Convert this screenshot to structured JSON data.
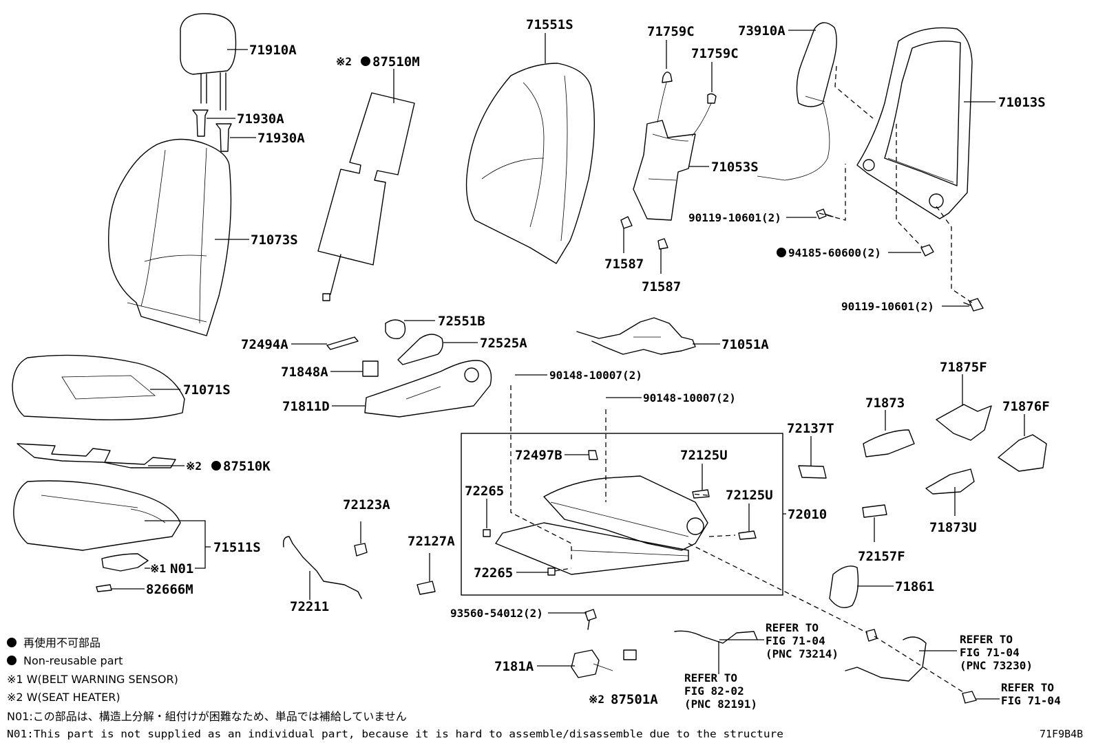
{
  "parts": {
    "p71910A": "71910A",
    "p71930A_1": "71930A",
    "p71930A_2": "71930A",
    "p71073S": "71073S",
    "p87510M": "87510M",
    "p71551S": "71551S",
    "p71759C_1": "71759C",
    "p71759C_2": "71759C",
    "p71053S": "71053S",
    "p71587_1": "71587",
    "p71587_2": "71587",
    "p73910A": "73910A",
    "p71013S": "71013S",
    "p90119_1": "90119-10601(2)",
    "p94185": "94185-60600(2)",
    "p90119_2": "90119-10601(2)",
    "p72551B": "72551B",
    "p72494A": "72494A",
    "p72525A": "72525A",
    "p71848A": "71848A",
    "p71811D": "71811D",
    "p71051A": "71051A",
    "p90148_1": "90148-10007(2)",
    "p90148_2": "90148-10007(2)",
    "p71071S": "71071S",
    "p87510K": "87510K",
    "p72497B": "72497B",
    "p72125U_1": "72125U",
    "p72125U_2": "72125U",
    "p72265_1": "72265",
    "p72265_2": "72265",
    "p72010": "72010",
    "p72137T": "72137T",
    "p71873": "71873",
    "p71875F": "71875F",
    "p71876F": "71876F",
    "p71873U": "71873U",
    "p72157F": "72157F",
    "p71861": "71861",
    "p71511S": "71511S",
    "pN01": "N01",
    "p82666M": "82666M",
    "p72123A": "72123A",
    "p72127A": "72127A",
    "p72211": "72211",
    "p93560": "93560-54012(2)",
    "p7181A": "7181A",
    "p87501A": "87501A"
  },
  "marks": {
    "x1": "※1",
    "x2a": "※2",
    "x2b": "※2",
    "x2c": "※2"
  },
  "refs": {
    "r1": [
      "REFER TO",
      "FIG 71-04",
      "(PNC 73214)"
    ],
    "r2": [
      "REFER TO",
      "FIG 82-02",
      "(PNC 82191)"
    ],
    "r3": [
      "REFER TO",
      "FIG 71-04",
      "(PNC 73230)"
    ],
    "r4": [
      "REFER TO",
      "FIG 71-04"
    ]
  },
  "legend": {
    "jp_nonreusable": "再使用不可部品",
    "en_nonreusable": "Non-reusable part",
    "note1": "※1 W(BELT WARNING SENSOR)",
    "note2": "※2 W(SEAT HEATER)",
    "n01_jp": "N01:この部品は、構造上分解・組付けが困難なため、単品では補給していません",
    "n01_en": "N01:This part is not supplied as an individual part, because it is hard to assemble/disassemble due to the structure"
  },
  "figure_id": "71F9B4B"
}
